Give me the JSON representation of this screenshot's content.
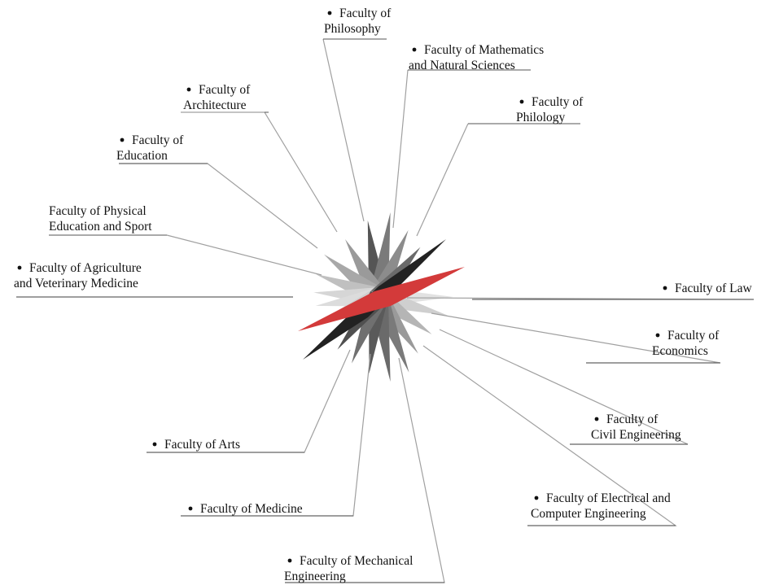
{
  "colors": {
    "background": "#ffffff",
    "leader_line": "#a0a0a0",
    "underline": "#555555",
    "text": "#111111",
    "accent_red": "#d33a3a",
    "accent_black": "#222222"
  },
  "faculties": [
    {
      "id": "philosophy",
      "bullet": true,
      "lines": [
        "Faculty of",
        "Philosophy"
      ]
    },
    {
      "id": "mathematics",
      "bullet": true,
      "lines": [
        "Faculty of Mathematics",
        "and Natural Sciences"
      ]
    },
    {
      "id": "philology",
      "bullet": true,
      "lines": [
        "Faculty of",
        "Philology"
      ]
    },
    {
      "id": "architecture",
      "bullet": true,
      "lines": [
        "Faculty of",
        "Architecture"
      ]
    },
    {
      "id": "education",
      "bullet": true,
      "lines": [
        "Faculty of",
        "Education"
      ]
    },
    {
      "id": "physical-education",
      "bullet": false,
      "lines": [
        "Faculty of Physical",
        "Education and Sport"
      ]
    },
    {
      "id": "agriculture",
      "bullet": true,
      "lines": [
        "Faculty of Agriculture",
        "and Veterinary Medicine"
      ]
    },
    {
      "id": "law",
      "bullet": true,
      "lines": [
        "Faculty of Law"
      ]
    },
    {
      "id": "economics",
      "bullet": true,
      "lines": [
        "Faculty of",
        "Economics"
      ]
    },
    {
      "id": "civil-engineering",
      "bullet": true,
      "lines": [
        "Faculty of",
        "Civil Engineering"
      ]
    },
    {
      "id": "electrical-engineering",
      "bullet": true,
      "lines": [
        "Faculty of Electrical and",
        "Computer Engineering"
      ]
    },
    {
      "id": "arts",
      "bullet": true,
      "lines": [
        "Faculty of Arts"
      ]
    },
    {
      "id": "medicine",
      "bullet": true,
      "lines": [
        "Faculty of  Medicine"
      ]
    },
    {
      "id": "mechanical-engineering",
      "bullet": true,
      "lines": [
        "Faculty of Mechanical",
        "Engineering"
      ]
    }
  ]
}
